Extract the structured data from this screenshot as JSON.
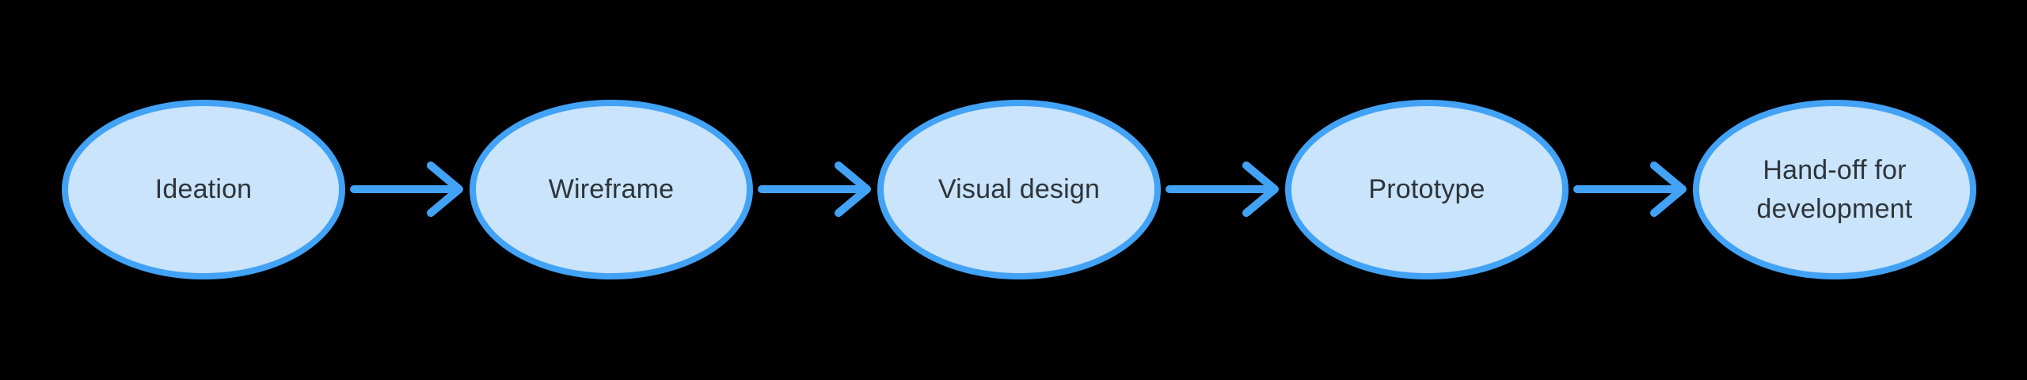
{
  "diagram": {
    "type": "flowchart",
    "direction": "left-to-right",
    "nodes": [
      {
        "id": "ideation",
        "shape": "ellipse",
        "label": "Ideation"
      },
      {
        "id": "wireframe",
        "shape": "ellipse",
        "label": "Wireframe"
      },
      {
        "id": "visual-design",
        "shape": "ellipse",
        "label": "Visual design"
      },
      {
        "id": "prototype",
        "shape": "ellipse",
        "label": "Prototype"
      },
      {
        "id": "hand-off",
        "shape": "ellipse",
        "label": "Hand-off for development"
      }
    ],
    "connections": [
      {
        "from": "ideation",
        "to": "wireframe",
        "style": "arrow-right"
      },
      {
        "from": "wireframe",
        "to": "visual-design",
        "style": "arrow-right"
      },
      {
        "from": "visual-design",
        "to": "prototype",
        "style": "arrow-right"
      },
      {
        "from": "prototype",
        "to": "hand-off",
        "style": "arrow-right"
      }
    ]
  },
  "colors": {
    "bg": "#000000",
    "accent": "#42a2f5",
    "node_fill": "#c9e4fb",
    "text": "#2e343a"
  }
}
